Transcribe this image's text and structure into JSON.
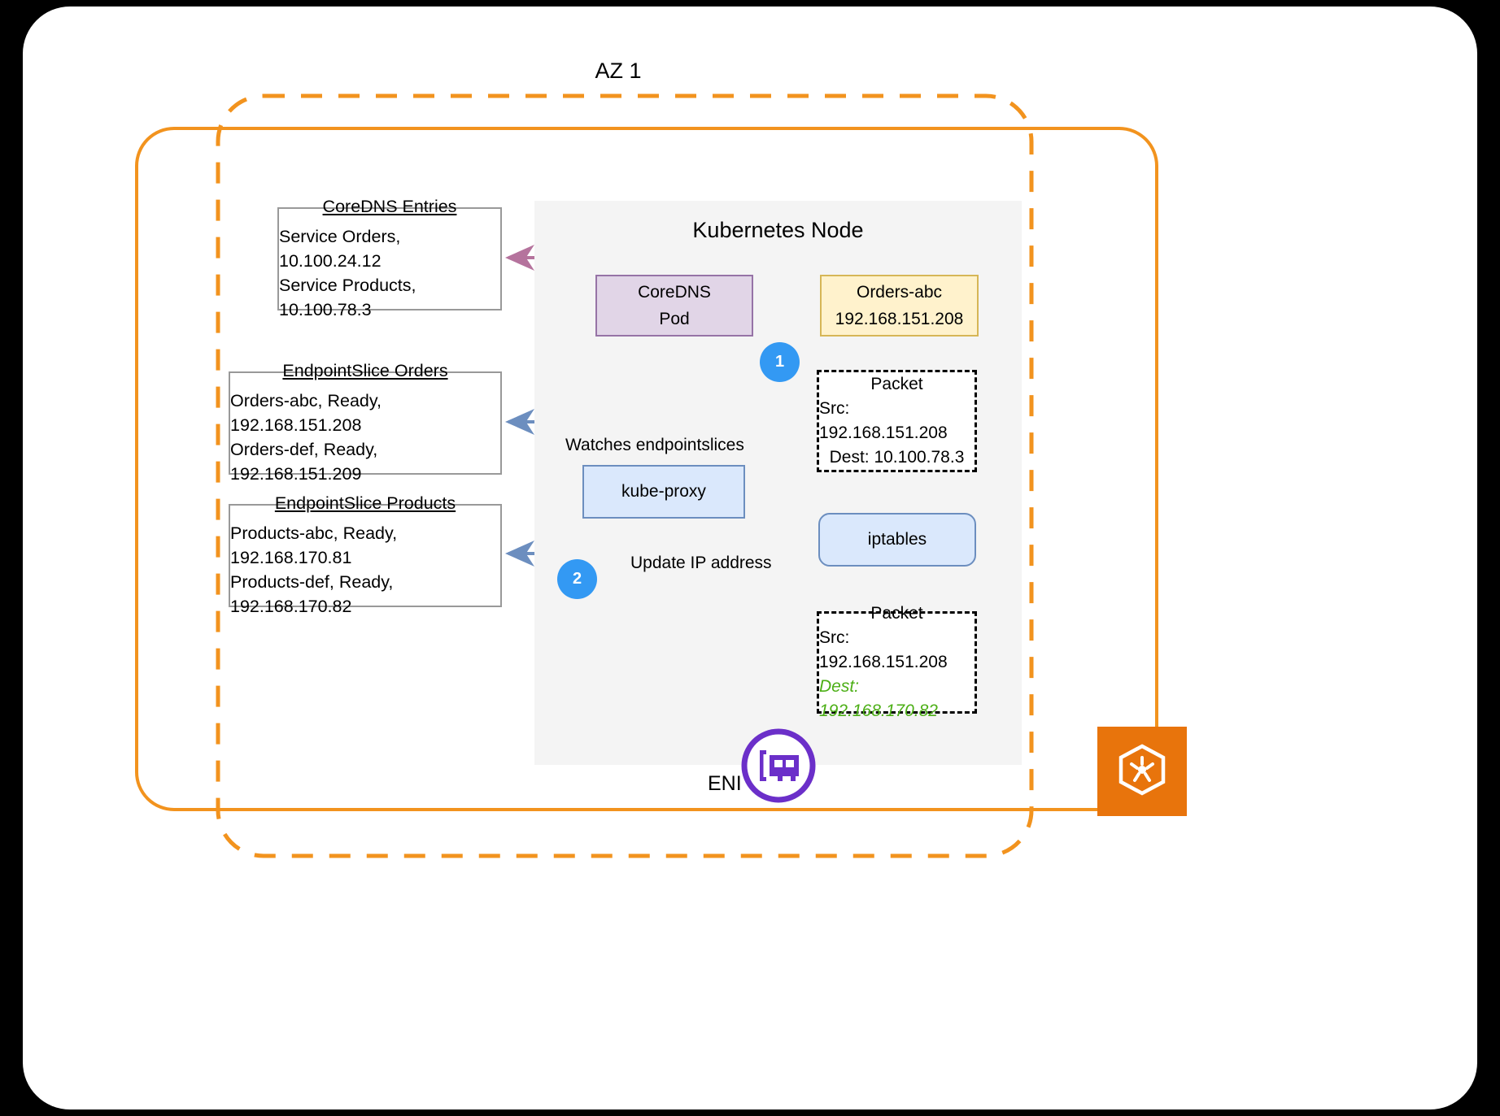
{
  "diagram": {
    "title": "AZ 1",
    "node_title": "Kubernetes Node",
    "colors": {
      "az_border": "#f2931e",
      "vpc_border": "#f2931e",
      "node_bg": "#f4f4f4",
      "badge": "#3399f3",
      "coredns_fill": "#e1d5e7",
      "coredns_stroke": "#9673a6",
      "pod_fill": "#fff2cc",
      "pod_stroke": "#d6b656",
      "blue_fill": "#dae8fc",
      "blue_stroke": "#6c8ebf",
      "dns_arrow": "#b5739d",
      "pod_arrow": "#99900a",
      "green_text": "#4caf16",
      "eni_purple": "#6b2fc9",
      "k8s_orange": "#e8740c"
    },
    "coredns_entries": {
      "heading": "CoreDNS Entries",
      "rows": [
        "Service Orders, 10.100.24.12",
        "Service Products, 10.100.78.3"
      ]
    },
    "endpointslice_orders": {
      "heading": "EndpointSlice Orders",
      "rows": [
        "Orders-abc, Ready, 192.168.151.208",
        "Orders-def, Ready, 192.168.151.209"
      ]
    },
    "endpointslice_products": {
      "heading": "EndpointSlice Products",
      "rows": [
        "Products-abc, Ready, 192.168.170.81",
        "Products-def, Ready, 192.168.170.82"
      ]
    },
    "coredns_pod": {
      "line1": "CoreDNS",
      "line2": "Pod"
    },
    "orders_pod": {
      "line1": "Orders-abc",
      "line2": "192.168.151.208"
    },
    "packet_before": {
      "title": "Packet",
      "src": "Src: 192.168.151.208",
      "dest": "Dest: 10.100.78.3"
    },
    "packet_after": {
      "title": "Packet",
      "src": "Src: 192.168.151.208",
      "dest": "Dest: 192.168.170.82"
    },
    "kube_proxy": {
      "label": "kube-proxy"
    },
    "iptables": {
      "label": "iptables"
    },
    "captions": {
      "watches": "Watches endpointslices",
      "update_ip": "Update IP address"
    },
    "badges": {
      "one": "1",
      "two": "2"
    },
    "eni": {
      "label": "ENI",
      "icon": "network-interface-card-icon"
    },
    "k8s_logo": {
      "icon": "eks-kubernetes-logo-icon"
    }
  }
}
